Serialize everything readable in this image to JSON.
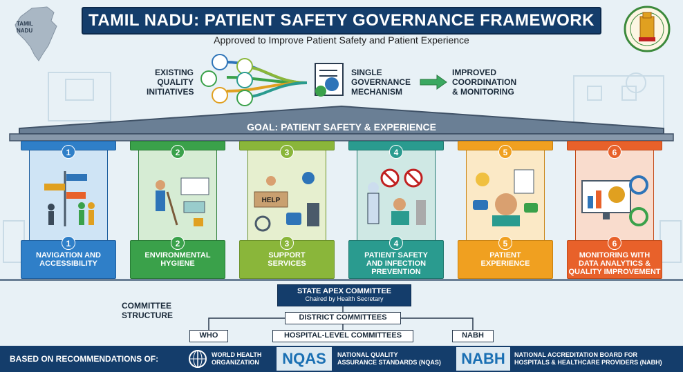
{
  "header": {
    "map_label": "TAMIL\nNADU",
    "title": "TAMIL NADU: PATIENT SAFETY GOVERNANCE FRAMEWORK",
    "subtitle": "Approved to Improve Patient Safety and Patient Experience"
  },
  "flow": {
    "existing": "EXISTING\nQUALITY\nINITIATIVES",
    "single": "SINGLE\nGOVERNANCE\nMECHANISM",
    "improved": "IMPROVED\nCOORDINATION\n& MONITORING"
  },
  "roof": {
    "goal": "GOAL: PATIENT SAFETY & EXPERIENCE"
  },
  "pillars": [
    {
      "num": "1",
      "label": "NAVIGATION AND\nACCESSIBILITY",
      "color": "#2f7fc8",
      "light": "#cfe4f5",
      "dark": "#1d5e9e"
    },
    {
      "num": "2",
      "label": "ENVIRONMENTAL\nHYGIENE",
      "color": "#3aa14a",
      "light": "#d6ecd4",
      "dark": "#277a34"
    },
    {
      "num": "3",
      "label": "SUPPORT\nSERVICES",
      "color": "#8ab63a",
      "light": "#e6efcf",
      "dark": "#6a9126"
    },
    {
      "num": "4",
      "label": "PATIENT SAFETY\nAND INFECTION\nPREVENTION",
      "color": "#2a9b8f",
      "light": "#cfe8e4",
      "dark": "#1c766c"
    },
    {
      "num": "5",
      "label": "PATIENT\nEXPERIENCE",
      "color": "#f0a020",
      "light": "#fbe9c6",
      "dark": "#c98210"
    },
    {
      "num": "6",
      "label": "MONITORING WITH\nDATA ANALYTICS &\nQUALITY IMPROVEMENT",
      "color": "#e8612a",
      "light": "#f9dccd",
      "dark": "#c24a18"
    }
  ],
  "pillar_icons": {
    "help_sign": "HELP"
  },
  "committee": {
    "structure_label": "COMMITTEE\nSTRUCTURE",
    "apex_title": "STATE APEX COMMITTEE",
    "apex_sub": "Chaired by Health Secretary",
    "district": "DISTRICT COMMITTEES",
    "who": "WHO",
    "hospital": "HOSPITAL-LEVEL COMMITTEES",
    "nabh": "NABH"
  },
  "footer": {
    "based_on": "BASED ON RECOMMENDATIONS OF:",
    "who_name": "WORLD HEALTH\nORGANIZATION",
    "nqas_logo": "NQAS",
    "nqas_name": "NATIONAL QUALITY\nASSURANCE STANDARDS (NQAS)",
    "nabh_logo": "NABH",
    "nabh_name": "NATIONAL ACCREDITATION BOARD FOR\nHOSPITALS & HEALTHCARE PROVIDERS (NABH)"
  }
}
